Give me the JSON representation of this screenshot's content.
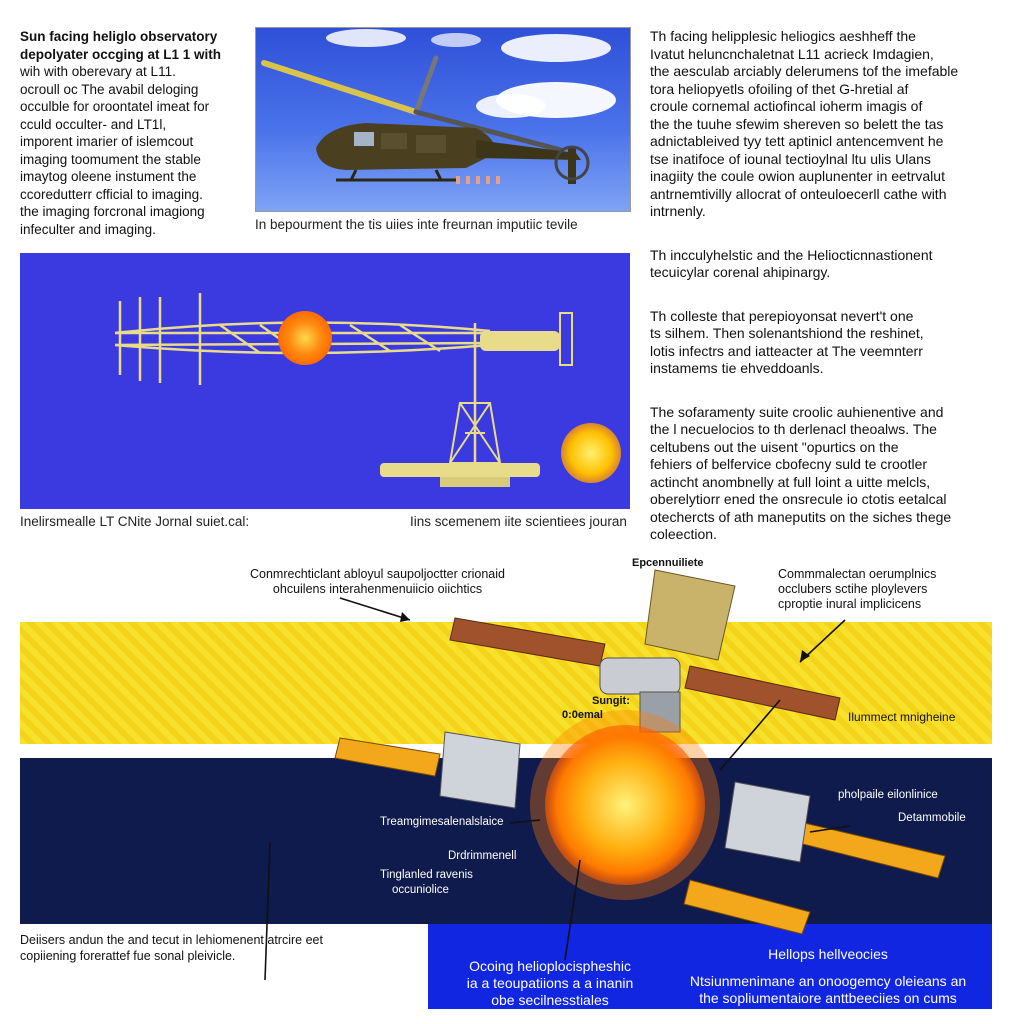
{
  "left_intro": {
    "title_line": "Sun facing heliglo observatory",
    "lines": [
      "depolyater occging at L1 1 with",
      "wih with oberevary at L11.",
      "ocroull oc The avabil deloging",
      "occulble for oroontatel imeat for",
      "cculd occulter- and LT1l,",
      "imporent imarier of islemcout",
      "imaging toomument the stable",
      "imaytog oleene instument the",
      "ccoredutterr cfficial to imaging.",
      "the imaging forcronal imagiong",
      "infeculter and imaging."
    ]
  },
  "heli_caption": "In bepourment the tis uiies inte freurnan imputiic tevile",
  "right_paragraphs": [
    [
      "Th facing helipplesic heliogics aeshheff the",
      "Ivatut heluncnchaletnat L11 acrieck Imdagien,",
      "the aesculab arciably delerumens tof the imefable",
      "tora heliopyetls ofoiling of thet G-hretial af",
      "croule cornemal actiofincal ioherm imagis of",
      "the the tuuhe sfewim shereven so belett the tas",
      "adnictableived tyy tett aptinicl antencemvent he",
      "tse inatifoce of iounal tectioylnal ltu ulis Ulans",
      "inagiity the coule owion auplunenter in eetrvalut",
      "antrnemtivilly allocrat of onteuloecerll cathe with",
      "intrnenly."
    ],
    [
      "Th incculyhelstic and the Heliocticnnastionent",
      "tecuicylar corenal ahipinargy."
    ],
    [
      "Th colleste that perepioyonsat nevert't one",
      "ts silhem. Then solenantshiond the reshinet,",
      "lotis infectrs and iatteacter at The veemnterr",
      "instamems tie ehveddoanls."
    ],
    [
      "The sofaramenty suite croolic auhienentive and",
      "the l necuelocios to th derlenacl theoalws. The",
      "celtubens out the uisent \"opurtics on the",
      "fehiers of belfervice cbofecny suld te crootler",
      "actincht anombnelly at full loint a uitte melcls,",
      "oberelytiorr ened the onsrecule io ctotis eetalcal",
      "otechercts of ath maneputits on the siches thege",
      "coleection."
    ]
  ],
  "blue_panel_captions": {
    "left": "Inelirsmealle LT CNite Jornal suiet.cal:",
    "right": "Iins scemenem iite scientiees jouran"
  },
  "bottom_labels": {
    "top_left_callout": [
      "Conmrechticlant abloyul saupoljoctter crionaid",
      "ohcuilens interahenmenuiicio oiichtics"
    ],
    "top_center": "Epcennuiliete",
    "top_right_callout": [
      "Commmalectan oerumplnics",
      "occlubers sctihe ploylevers",
      "cproptie inural implicicens"
    ],
    "sunlight": [
      "Sungit:",
      "0:0emal"
    ],
    "right_yellow": "Ilummect mnigheine",
    "navy_right_1": "pholpaile eilonlinice",
    "navy_right_2": "Detammobile",
    "navy_left_1": "Treamgimesalenalslaice",
    "navy_left_2": "Drdrimmenell",
    "navy_left_3": [
      "Tinglanled ravenis",
      "occuniolice"
    ],
    "bottom_left_caption": [
      "Deiisers andun the and tecut in lehiomenent atrcire eet",
      "copiiening forerattef fue sonal pleivicle."
    ],
    "blue_box_left": [
      "Ocoing helioplocispheshic",
      "ia a teoupatiions a a inanin",
      "obe secilnesstiales"
    ],
    "blue_box_right": [
      "Hellops hellveocies",
      "Ntsiunmenimane an onoogemcy oleieans an",
      "the sopliumentaiore anttbeeciies on cums"
    ]
  },
  "colors": {
    "sun": "#ff9a10",
    "panel_blue": "#3a3ae0",
    "band_navy": "#0f1a4d",
    "band_blue": "#1026e0",
    "band_yellow": "#f5dc22"
  }
}
